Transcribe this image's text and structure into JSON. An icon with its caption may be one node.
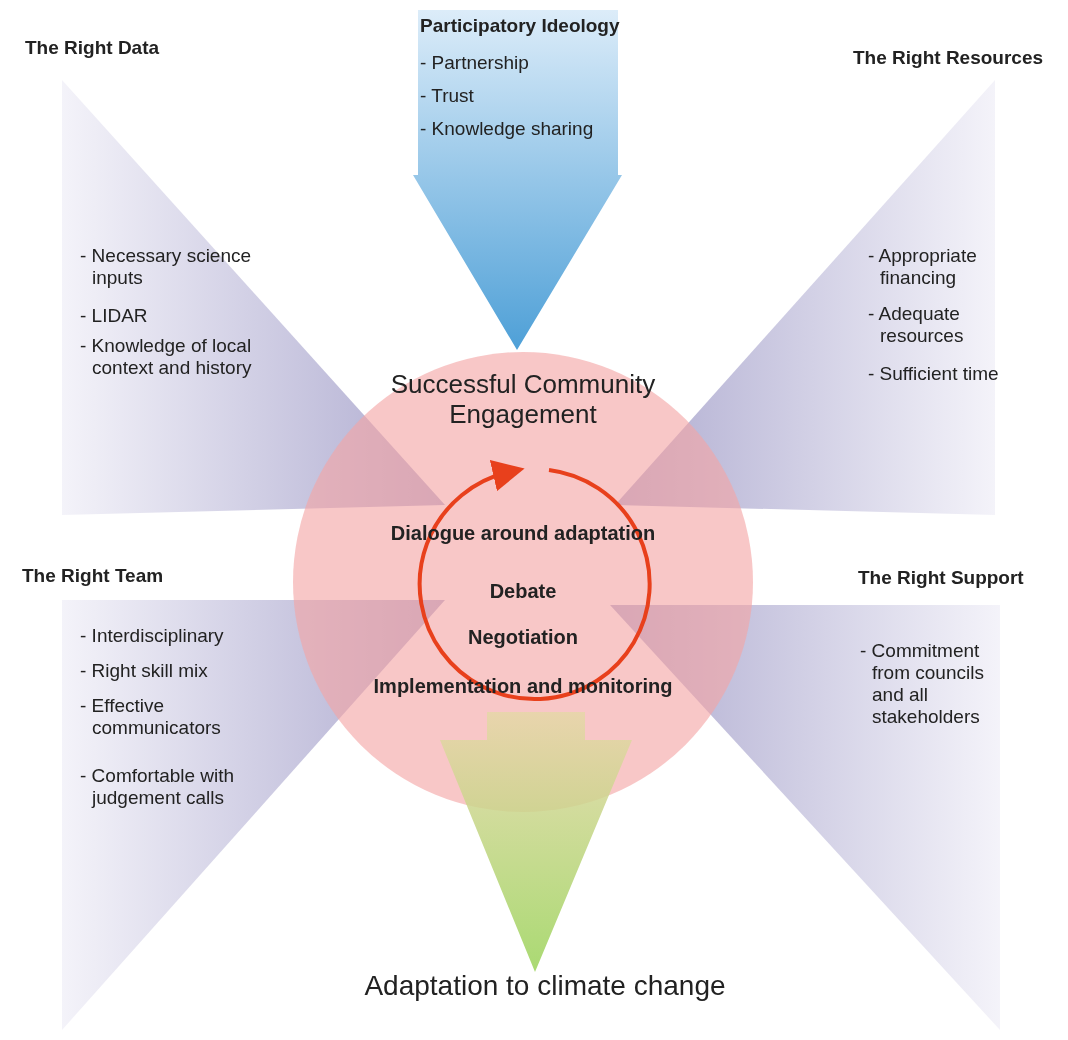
{
  "diagram": {
    "nodes": [
      {
        "text": [
          "Participatory Ideology",
          "- Partnership",
          "- Trust",
          "- Knowledge sharing"
        ]
      },
      {
        "text": [
          "The Right Data",
          "- Necessary science inputs",
          "- LIDAR",
          "- Knowledge of local context and history"
        ]
      },
      {
        "text": [
          "The Right Resources",
          "- Appropriate financing",
          "- Adequate resources",
          "- Sufficient time"
        ]
      },
      {
        "text": [
          "Successful Community Engagement",
          "Dialogue around adaptation",
          "Debate",
          "Negotiation",
          "Implementation and monitoring"
        ]
      },
      {
        "text": [
          "The Right Team",
          "- Interdisciplinary",
          "- Right skill mix",
          "- Effective communicators",
          "- Comfortable with judgement calls"
        ]
      },
      {
        "text": [
          "The Right Support",
          "- Commitment from councils and all stakeholders"
        ]
      },
      {
        "text": [
          "Adaptation to climate change"
        ]
      }
    ]
  }
}
